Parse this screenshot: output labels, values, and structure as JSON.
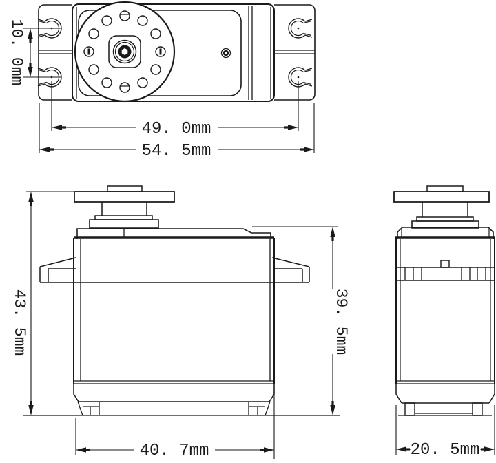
{
  "drawing": {
    "background": "#ffffff",
    "line_color": "#1a1a1a",
    "dims": {
      "hole_pitch": "10. 0mm",
      "mount_span": "49. 0mm",
      "overall_length": "54. 5mm",
      "overall_height": "43. 5mm",
      "body_height": "39. 5mm",
      "body_length": "40. 7mm",
      "body_width": "20. 5mm"
    }
  }
}
